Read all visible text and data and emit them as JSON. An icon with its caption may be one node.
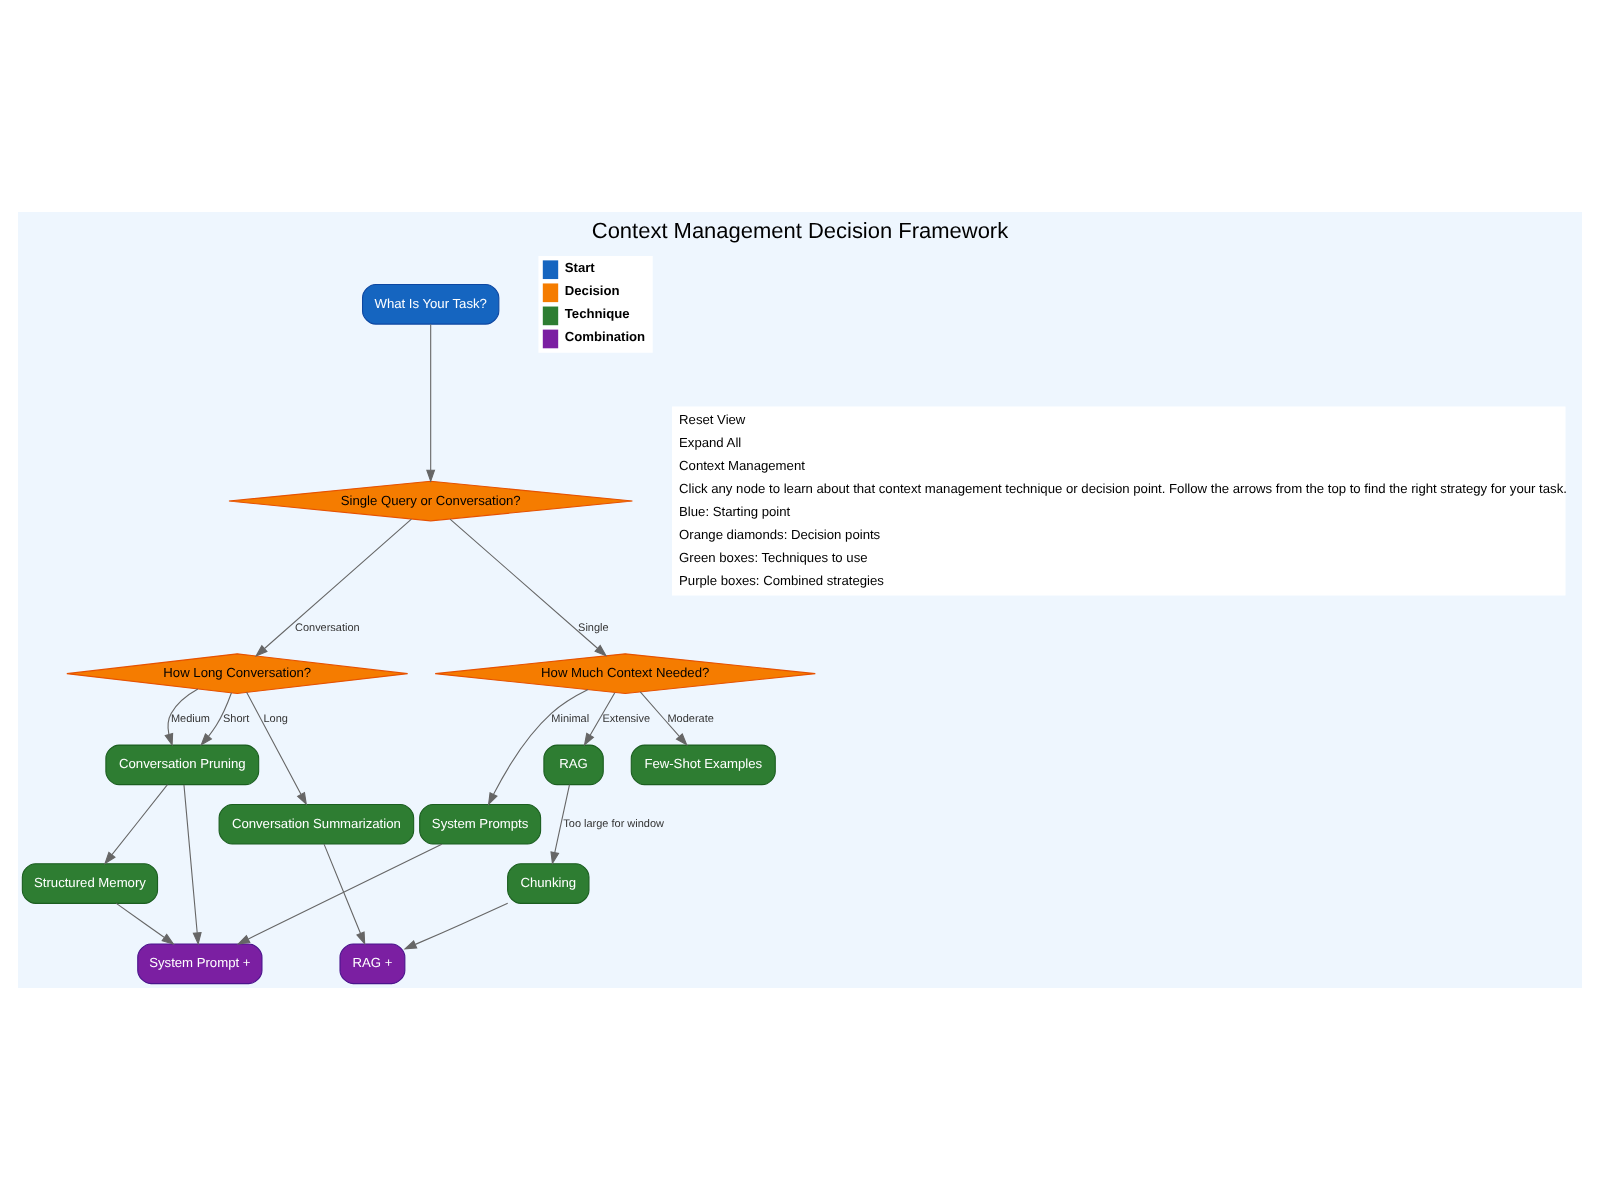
{
  "diagram": {
    "title": "Context Management Decision Framework",
    "nodes": [
      {
        "text": [
          "What Is Your Task?"
        ]
      },
      {
        "text": [
          "Single Query or Conversation?"
        ]
      },
      {
        "text": [
          "How Much Context Needed?"
        ]
      },
      {
        "text": [
          "How Long Conversation?"
        ]
      },
      {
        "text": [
          "System Prompts"
        ]
      },
      {
        "text": [
          "Few-Shot Examples"
        ]
      },
      {
        "text": [
          "RAG"
        ]
      },
      {
        "text": [
          "Conversation Summarization"
        ]
      },
      {
        "text": [
          "Conversation Pruning"
        ]
      },
      {
        "text": [
          "Chunking"
        ]
      },
      {
        "text": [
          "Structured Memory"
        ]
      },
      {
        "text": [
          "RAG +"
        ]
      },
      {
        "text": [
          "System Prompt +"
        ]
      }
    ],
    "edges": [
      {
        "from": 0,
        "to": 1,
        "arrow": "to"
      },
      {
        "from": 1,
        "to": 2,
        "arrow": "to",
        "label": "Single"
      },
      {
        "from": 1,
        "to": 3,
        "arrow": "to",
        "label": "Conversation"
      },
      {
        "from": 2,
        "to": 4,
        "arrow": "to",
        "label": "Minimal"
      },
      {
        "from": 2,
        "to": 5,
        "arrow": "to",
        "label": "Moderate"
      },
      {
        "from": 2,
        "to": 6,
        "arrow": "to",
        "label": "Extensive"
      },
      {
        "from": 3,
        "to": 7,
        "arrow": "to",
        "label": "Long"
      },
      {
        "from": 3,
        "to": 8,
        "arrow": "to",
        "label": "Short"
      },
      {
        "from": 3,
        "to": 8,
        "arrow": "to",
        "label": "Medium"
      },
      {
        "from": 6,
        "to": 9,
        "arrow": "to",
        "label": "Too large for window"
      },
      {
        "from": 8,
        "to": 10,
        "arrow": "to"
      },
      {
        "from": 4,
        "to": 12,
        "arrow": "to"
      },
      {
        "from": 9,
        "to": 11,
        "arrow": "to"
      },
      {
        "from": 7,
        "to": 11,
        "arrow": "to"
      },
      {
        "from": 8,
        "to": 12,
        "arrow": "to"
      },
      {
        "from": 10,
        "to": 12,
        "arrow": "to"
      }
    ],
    "labels": [
      "Reset View",
      "Expand All",
      "Context Management",
      "Click any node to learn about that context management technique or decision point. Follow the arrows from the top to find the right strategy for your task.",
      "Blue: Starting point",
      "Orange diamonds: Decision points",
      "Green boxes: Techniques to use",
      "Purple boxes: Combined strategies"
    ],
    "legend": [
      {
        "text": "Start",
        "color": "#1565c0"
      },
      {
        "text": "Decision",
        "color": "#f57c00"
      },
      {
        "text": "Technique",
        "color": "#2e7d32"
      },
      {
        "text": "Combination",
        "color": "#7b1fa2"
      }
    ]
  }
}
